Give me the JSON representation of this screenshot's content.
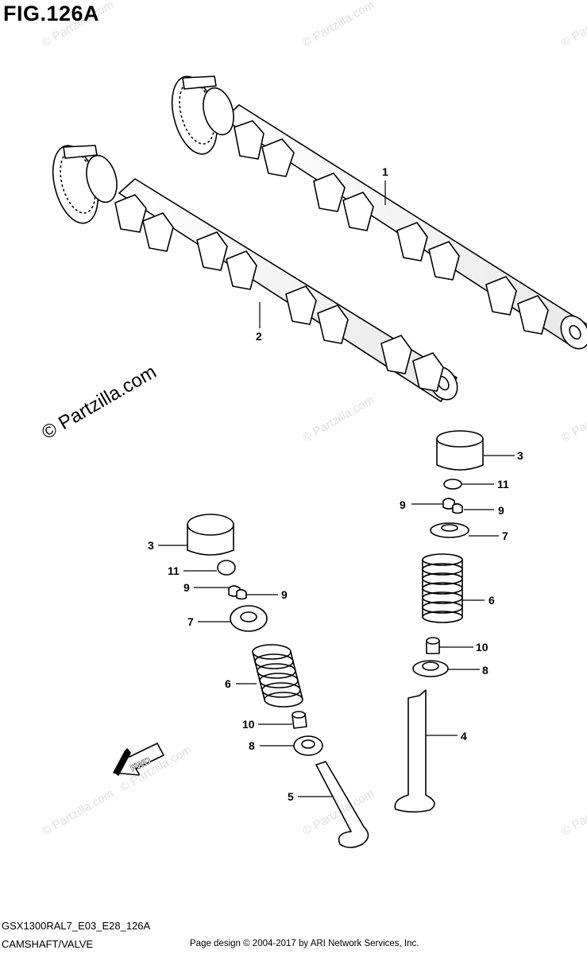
{
  "figure": {
    "title": "FIG.126A"
  },
  "watermark": {
    "small": "© Partzilla.com",
    "large": "© Partzilla.com"
  },
  "fwd_label": "FWD",
  "callouts": [
    "1",
    "2",
    "3",
    "11",
    "9",
    "9",
    "7",
    "6",
    "10",
    "8",
    "4",
    "3",
    "11",
    "9",
    "9",
    "7",
    "6",
    "10",
    "8",
    "5"
  ],
  "footer": {
    "model_code": "GSX1300RAL7_E03_E28_126A",
    "section_name": "CAMSHAFT/VALVE",
    "credit": "Page design © 2004-2017 by ARI Network Services, Inc."
  },
  "colors": {
    "line": "#000000",
    "watermark": "#e0e0e0",
    "part_shade": "#f4f4f4"
  }
}
